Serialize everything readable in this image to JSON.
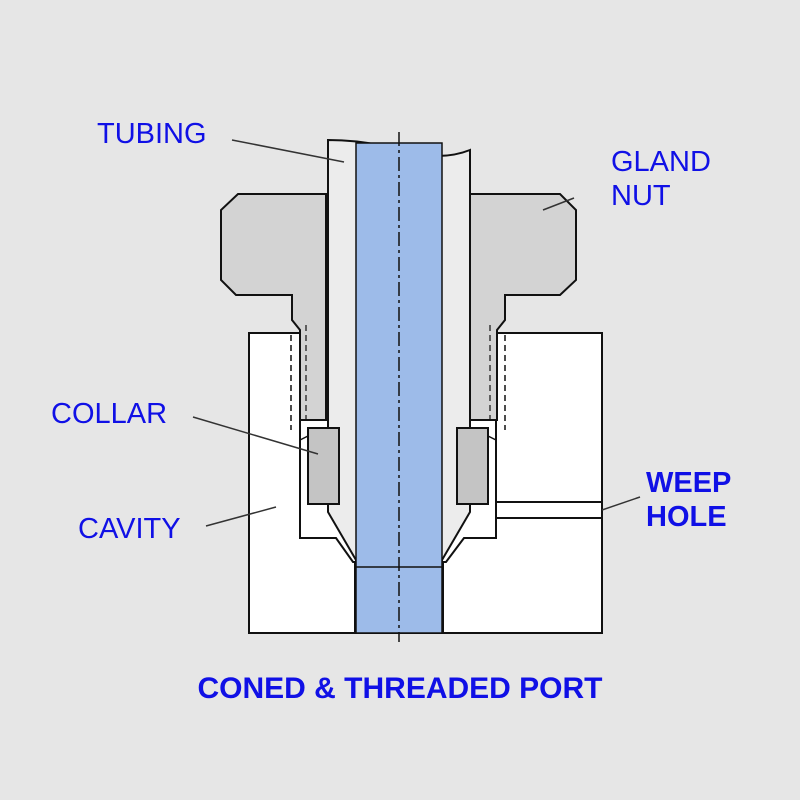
{
  "labels": {
    "tubing": "TUBING",
    "gland_nut": [
      "GLAND",
      "NUT"
    ],
    "collar": "COLLAR",
    "cavity": "CAVITY",
    "weep_hole": [
      "WEEP",
      "HOLE"
    ]
  },
  "title": "CONED & THREADED PORT",
  "colors": {
    "background": "#e6e6e6",
    "body": "#ffffff",
    "gland_nut": "#d3d3d3",
    "collar": "#c4c4c4",
    "tubing_wall": "#ececec",
    "tubing_bore": "#9dbbe9",
    "outline": "#111111",
    "label_text": "#1010e6"
  }
}
